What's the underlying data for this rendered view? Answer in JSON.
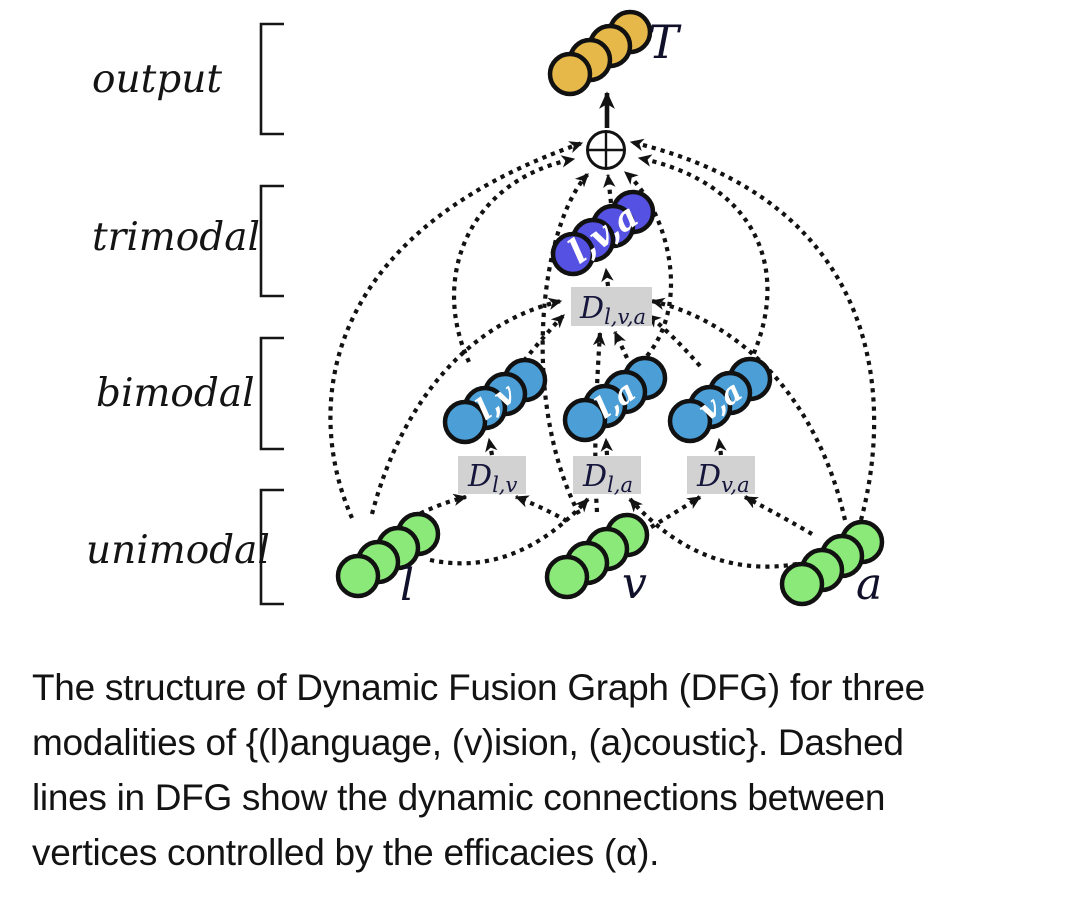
{
  "figure": {
    "layers": [
      {
        "label": "output"
      },
      {
        "label": "trimodal"
      },
      {
        "label": "bimodal"
      },
      {
        "label": "unimodal"
      }
    ],
    "nodes": {
      "output": {
        "label": "T",
        "color": "#E6B84A"
      },
      "trimodal": {
        "label": "l,v,a",
        "color": "#5551E2"
      },
      "bimodal": [
        {
          "label": "l,v"
        },
        {
          "label": "l,a"
        },
        {
          "label": "v,a"
        }
      ],
      "bimodal_color": "#4C9FD6",
      "unimodal": [
        {
          "label": "l"
        },
        {
          "label": "v"
        },
        {
          "label": "a"
        }
      ],
      "unimodal_color": "#8BE97A"
    },
    "gates": {
      "box_color": "#D2D2D2",
      "trimodal": {
        "main": "D",
        "sub": "l,v,a"
      },
      "bimodal": [
        {
          "main": "D",
          "sub": "l,v"
        },
        {
          "main": "D",
          "sub": "l,a"
        },
        {
          "main": "D",
          "sub": "v,a"
        }
      ]
    },
    "fusion_operator": "⊕"
  },
  "caption": {
    "lines": [
      "The structure of Dynamic Fusion Graph (DFG) for three",
      "modalities of {(l)anguage, (v)ision, (a)coustic}. Dashed",
      "lines in DFG show the dynamic connections between",
      "vertices controlled by the efficacies (α)."
    ]
  }
}
